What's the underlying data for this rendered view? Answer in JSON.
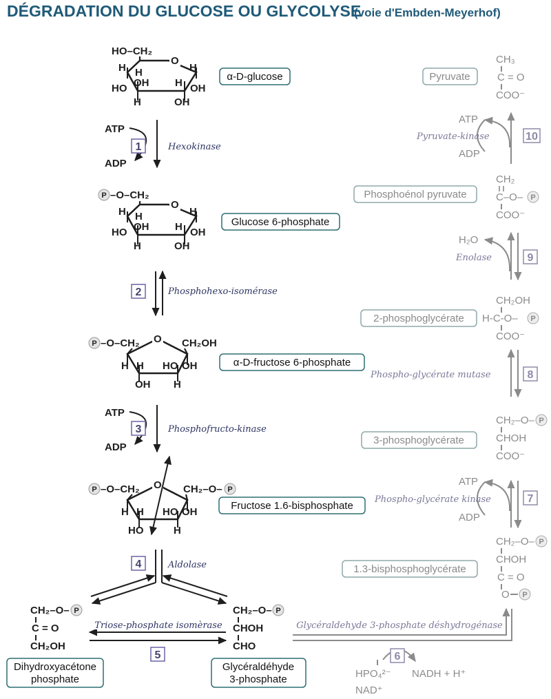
{
  "title": "DÉGRADATION DU GLUCOSE OU GLYCOLYSE",
  "subtitle": "(voie d'Embden-Meyerhof)",
  "compounds": {
    "glucose": "α-D-glucose",
    "g6p": "Glucose 6-phosphate",
    "f6p": "α-D-fructose 6-phosphate",
    "f16bp": "Fructose 1.6-bisphosphate",
    "dhap_line1": "Dihydroxyacétone",
    "dhap_line2": "phosphate",
    "g3p_line1": "Glycéraldéhyde",
    "g3p_line2": "3-phosphate",
    "bpg13": "1.3-bisphosphoglycérate",
    "pg3": "3-phosphoglycérate",
    "pg2": "2-phosphoglycérate",
    "pep": "Phosphoénol pyruvate",
    "pyruvate": "Pyruvate"
  },
  "enzymes": {
    "e1": "Hexokinase",
    "e2": "Phosphohexo-isomérase",
    "e3": "Phosphofructo-kinase",
    "e4": "Aldolase",
    "e5": "Triose-phosphate isomèrase",
    "e6": "Glycéraldehyde 3-phosphate déshydrogénase",
    "e7": "Phospho-glycérate kinase",
    "e8": "Phospho-glycérate mutase",
    "e9": "Enolase",
    "e10": "Pyruvate-kinase"
  },
  "steps": [
    "1",
    "2",
    "3",
    "4",
    "5",
    "6",
    "7",
    "8",
    "9",
    "10"
  ],
  "cofactors": {
    "atp": "ATP",
    "adp": "ADP",
    "h2o": "H₂O",
    "hpo4": "HPO₄²⁻",
    "nad": "NAD⁺",
    "nadh": "NADH + H⁺"
  },
  "atoms": {
    "ho_ch2": "HO–CH₂",
    "o_ch2": "–O–CH₂",
    "ch2_o": "CH₂–O–",
    "ch2oh": "CH₂OH",
    "ch2": "CH₂",
    "ch3": "CH₃",
    "c_eq_o": "C = O",
    "choh": "CHOH",
    "cho": "CHO",
    "coo": "COO⁻",
    "c_o": "C–O–",
    "hc_o": "H-C-O–",
    "o": "O",
    "oh": "OH",
    "ho": "HO",
    "h": "H",
    "p": "P"
  },
  "colors": {
    "title": "#1f5a78",
    "label_border": "#2d6e72",
    "step_box": "#6a64a4",
    "gray": "#9a9a9a"
  }
}
